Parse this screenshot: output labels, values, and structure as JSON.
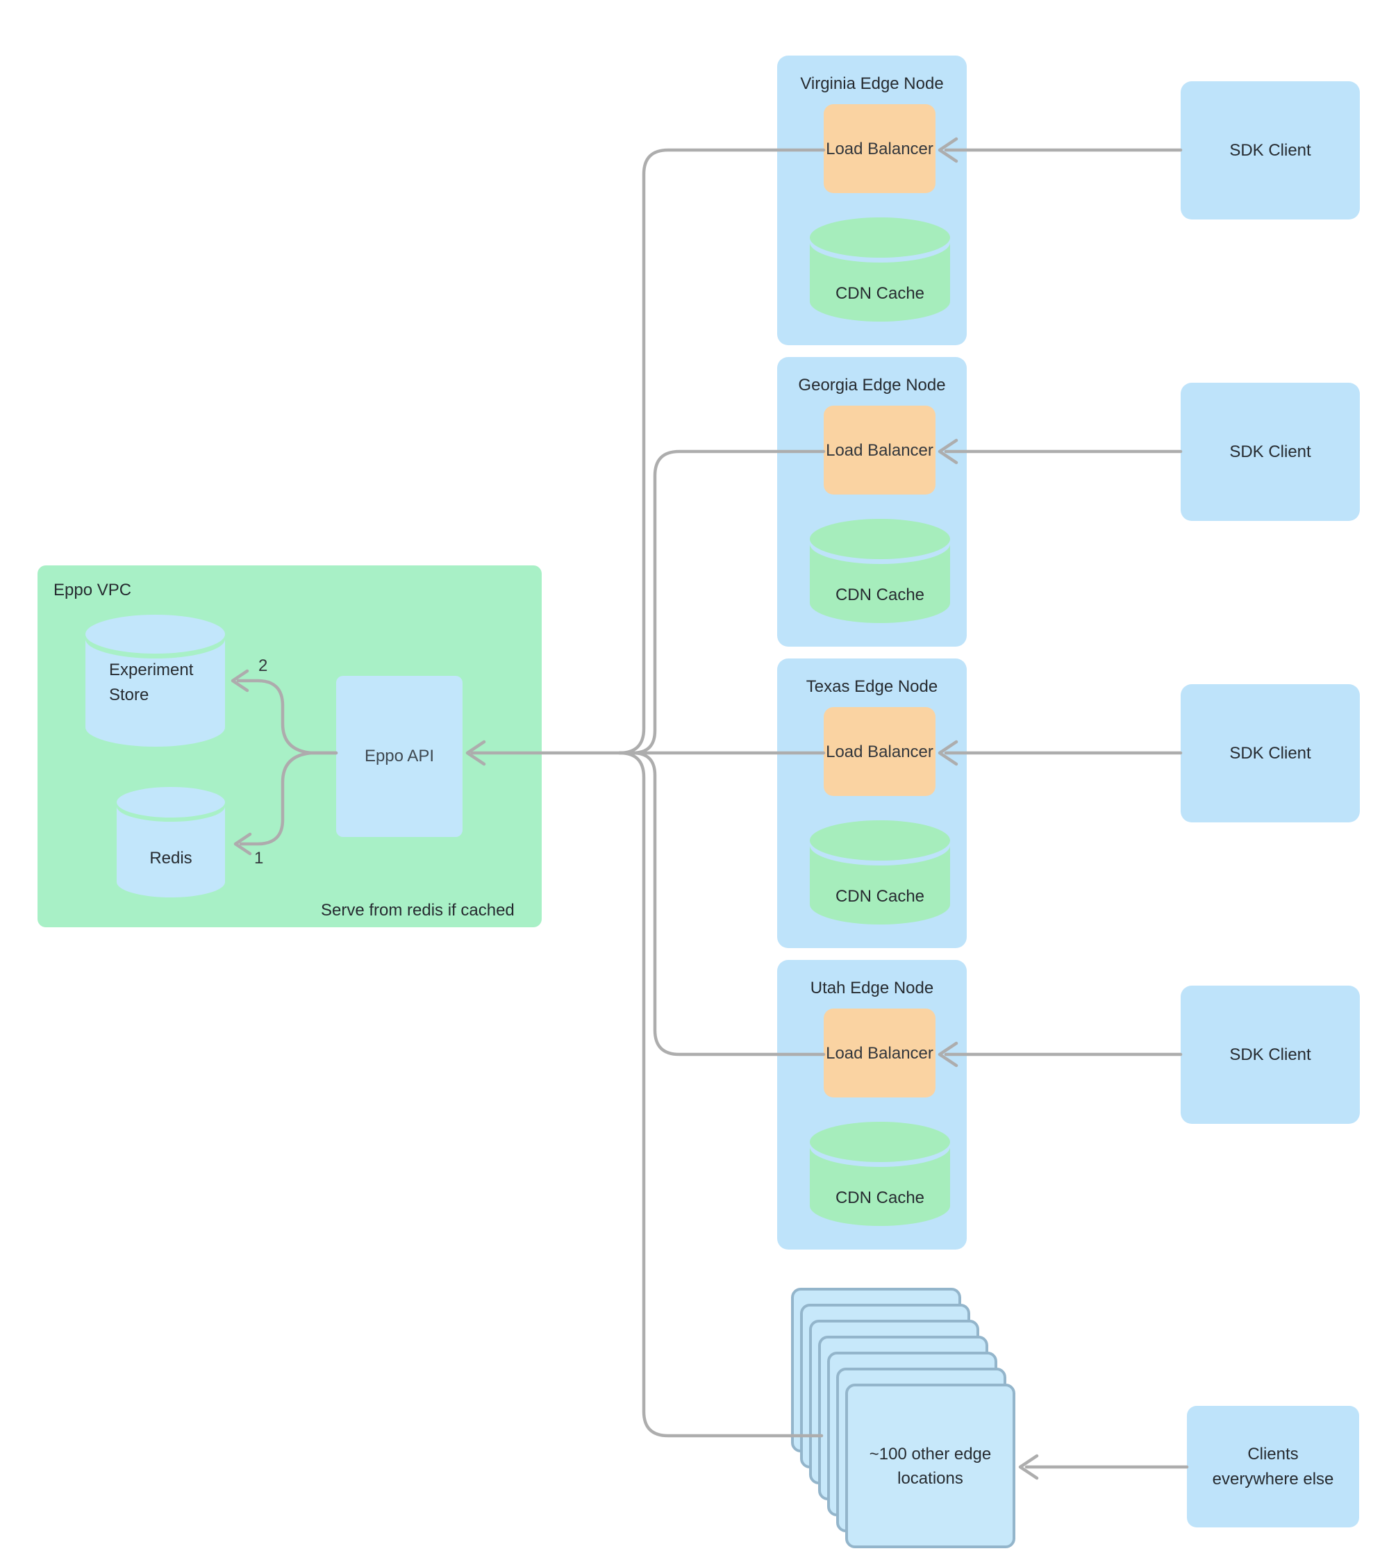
{
  "colors": {
    "box_blue": "#bee3fa",
    "cylinder_blue": "#c2e6fb",
    "stack_blue_fill": "#c7e8fa",
    "stack_blue_border": "#93b5cb",
    "orange": "#fad3a2",
    "vpc_green": "#a8f0c6",
    "cdn_green": "#a6edbc",
    "connector_gray": "#adadad",
    "text_dark": "#262b30"
  },
  "vpc": {
    "title": "Eppo VPC",
    "experiment_store": "Experiment Store",
    "redis": "Redis",
    "api": "Eppo API",
    "note": "Serve from redis if cached",
    "step_store": "2",
    "step_redis": "1"
  },
  "edge_nodes": [
    {
      "title": "Virginia Edge Node",
      "load_balancer": "Load Balancer",
      "cache": "CDN Cache"
    },
    {
      "title": "Georgia Edge Node",
      "load_balancer": "Load Balancer",
      "cache": "CDN Cache"
    },
    {
      "title": "Texas Edge Node",
      "load_balancer": "Load Balancer",
      "cache": "CDN Cache"
    },
    {
      "title": "Utah Edge Node",
      "load_balancer": "Load Balancer",
      "cache": "CDN Cache"
    }
  ],
  "sdk_clients": [
    {
      "label": "SDK Client"
    },
    {
      "label": "SDK Client"
    },
    {
      "label": "SDK Client"
    },
    {
      "label": "SDK Client"
    }
  ],
  "other_edge_locations": {
    "label": "~100 other edge locations"
  },
  "clients_everywhere": {
    "label": "Clients everywhere else"
  }
}
